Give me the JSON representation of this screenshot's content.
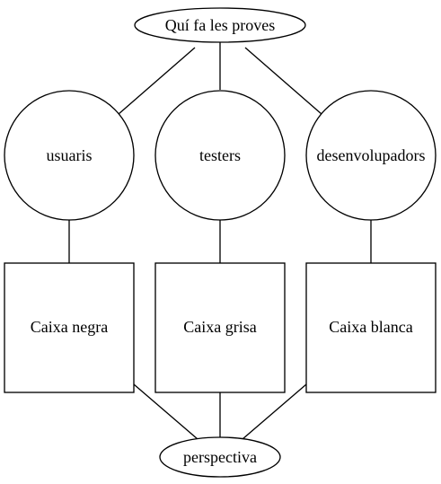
{
  "diagram": {
    "top_node": "Quí fa les proves",
    "roles": [
      "usuaris",
      "testers",
      "desenvolupadors"
    ],
    "box_types": [
      "Caixa negra",
      "Caixa grisa",
      "Caixa blanca"
    ],
    "bottom_node": "perspectiva"
  }
}
